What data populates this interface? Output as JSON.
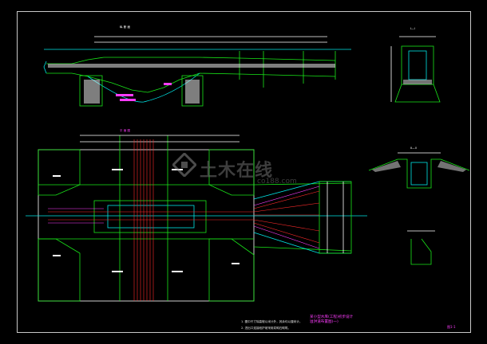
{
  "watermark": {
    "text": "土木在线",
    "sub": "co188.com"
  },
  "titles": {
    "profile": "纵 断 面",
    "plan": "平 面 图",
    "section_1": "I—I",
    "section_2": "II—II"
  },
  "notes": [
    "1. 图中尺寸除高程以米计外，其余均以厘米计。",
    "2. 进出口连接段护坡采用浆砌石砌筑。"
  ],
  "title_block": {
    "line1": "某小型水库(工程)初步设计",
    "line2": "溢洪道布置图(一)",
    "sheet": "图1-1"
  },
  "colors": {
    "background": "#000000",
    "frame": "#c9c9c9",
    "green": "#19e619",
    "cyan": "#00e5e5",
    "red": "#ff2b2b",
    "magenta": "#ff3cff",
    "white": "#ffffff",
    "yellow": "#e6e600"
  }
}
